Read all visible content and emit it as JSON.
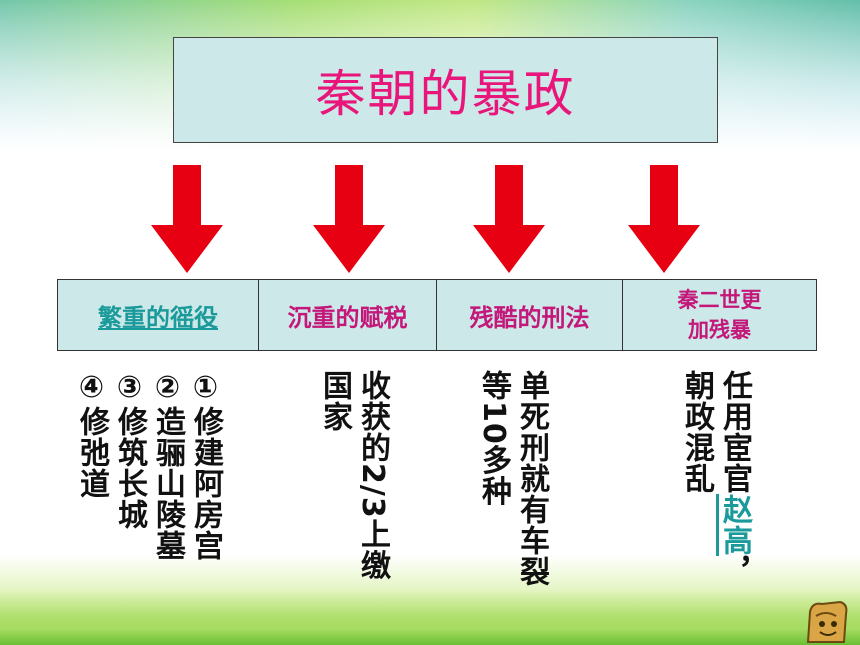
{
  "title": "秦朝的暴政",
  "headers": {
    "h1": "繁重的徭役",
    "h2": "沉重的赋税",
    "h3": "残酷的刑法",
    "h4_line1": "秦二世更",
    "h4_line2": "加残暴"
  },
  "col1": {
    "l1": "①修建阿房宫",
    "l2": "②造骊山陵墓",
    "l3": "③修筑长城",
    "l4": "④修弛道"
  },
  "col2": {
    "l1_a": "收获的",
    "l1_num": "2/3",
    "l1_b": "上缴",
    "l2": "国家"
  },
  "col3": {
    "l1": "单死刑就有车裂",
    "l2_a": "等",
    "l2_num": "10",
    "l2_b": "多种"
  },
  "col4": {
    "l1_a": "任用宦官",
    "l1_hl": "赵高",
    "l1_b": "，",
    "l2": "朝政混乱"
  },
  "colors": {
    "title": "#e8157a",
    "header_text": "#c4177a",
    "link_teal": "#1a9a9a",
    "arrow_red": "#e60012",
    "box_fill": "#cde8e8"
  },
  "icons": {
    "arrow": "down-arrow-icon",
    "corner": "scroll-corner-icon"
  }
}
